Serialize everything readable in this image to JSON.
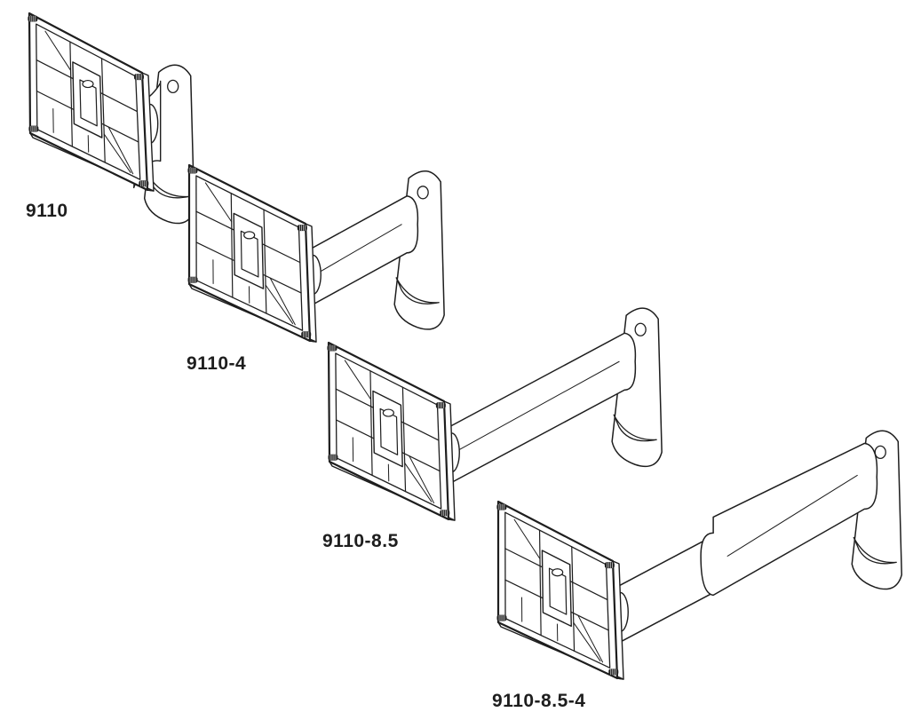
{
  "mounts": [
    {
      "id": "m0",
      "label": "9110"
    },
    {
      "id": "m1",
      "label": "9110-4"
    },
    {
      "id": "m2",
      "label": "9110-8.5"
    },
    {
      "id": "m3",
      "label": "9110-8.5-4"
    }
  ],
  "colors": {
    "line": "#1e1e1e",
    "fill": "#ffffff",
    "text": "#1e1e1e"
  }
}
